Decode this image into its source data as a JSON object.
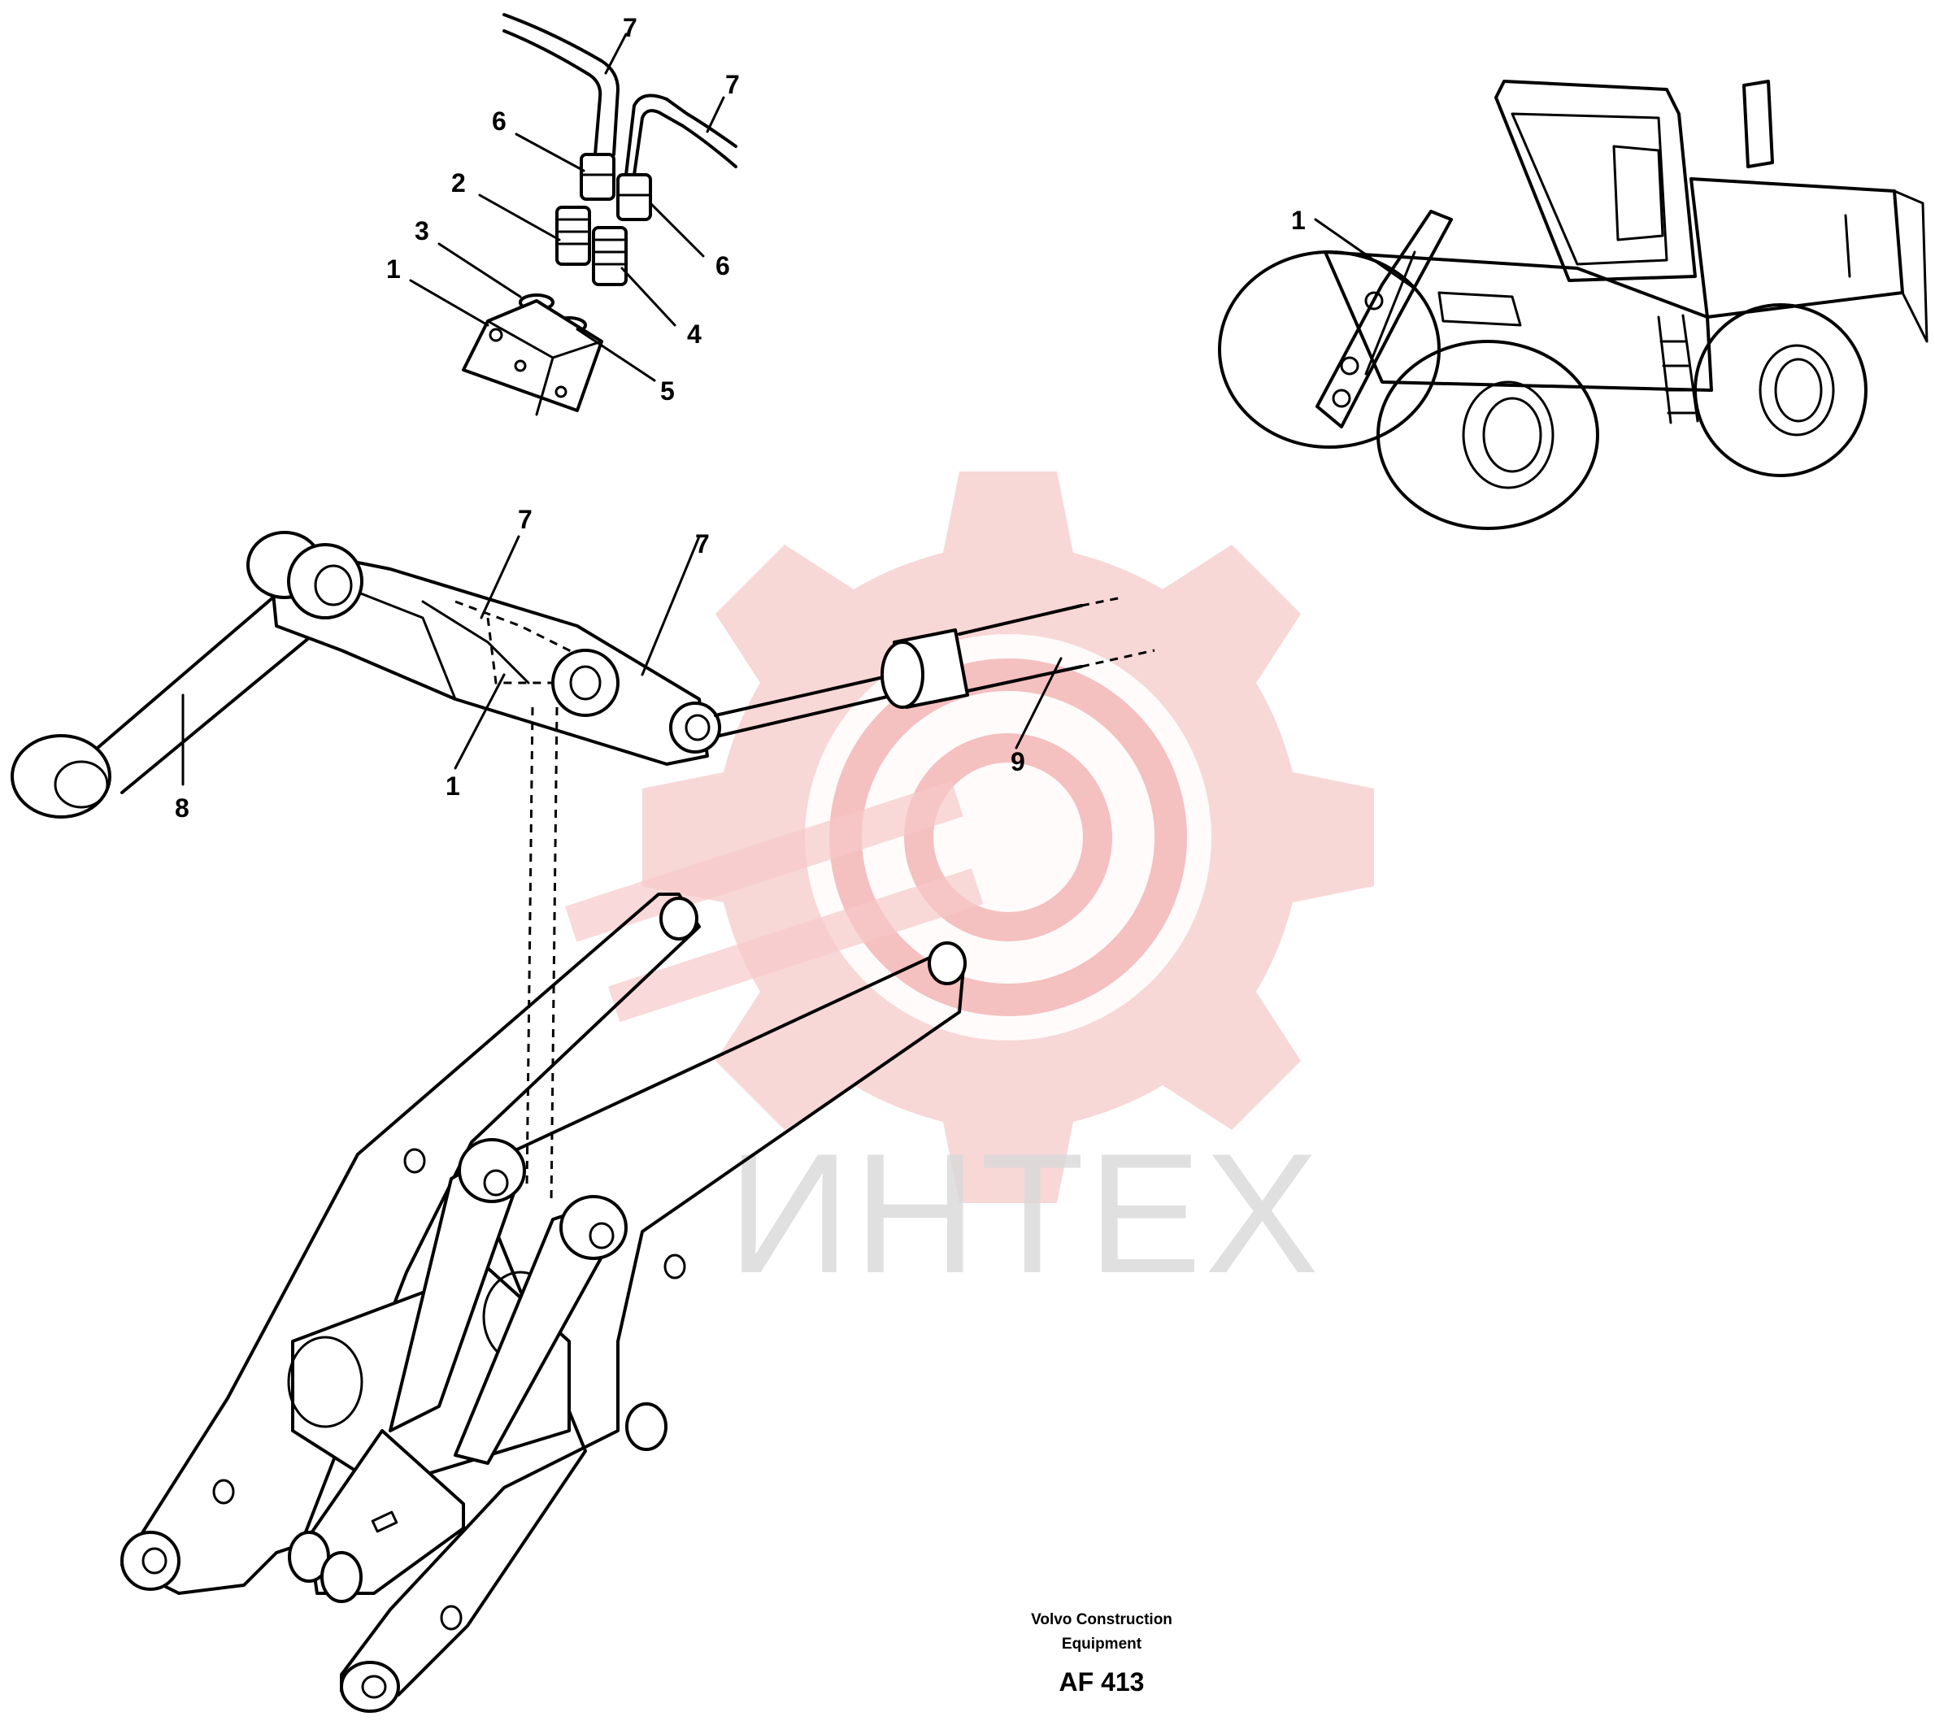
{
  "callouts": {
    "fitting_top_left_7": "7",
    "fitting_top_right_7": "7",
    "fitting_6_left": "6",
    "fitting_6_right": "6",
    "fitting_2": "2",
    "fitting_3": "3",
    "fitting_1": "1",
    "fitting_4": "4",
    "fitting_5": "5",
    "loader_1": "1",
    "link_7_left": "7",
    "link_7_right": "7",
    "link_1": "1",
    "rod_8": "8",
    "cylinder_9": "9"
  },
  "caption": {
    "company_line1": "Volvo Construction",
    "company_line2": "Equipment",
    "code": "AF 413"
  },
  "watermark": {
    "text": "ИНТЕХ"
  },
  "colors": {
    "line": "#000000",
    "watermark_gear": "#f6c9c9",
    "watermark_text": "#d9d9d9"
  }
}
